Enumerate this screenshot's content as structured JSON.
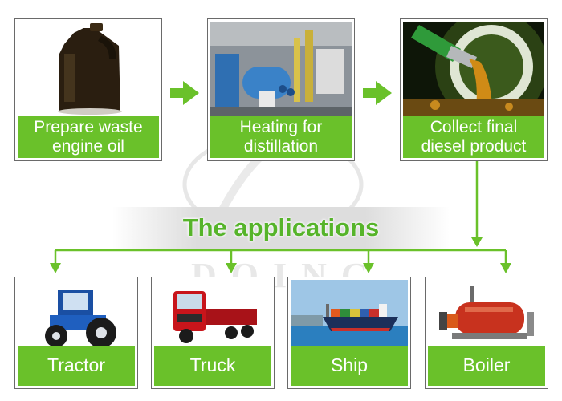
{
  "steps": [
    {
      "label": "Prepare waste\nengine oil",
      "icon": "waste-oil-jug-photo"
    },
    {
      "label": "Heating for\ndistillation",
      "icon": "distillation-plant-photo"
    },
    {
      "label": "Collect final\ndiesel product",
      "icon": "fuel-nozzle-photo"
    }
  ],
  "applications_title": "The applications",
  "applications": [
    {
      "label": "Tractor",
      "icon": "tractor-photo"
    },
    {
      "label": "Truck",
      "icon": "truck-photo"
    },
    {
      "label": "Ship",
      "icon": "container-ship-photo"
    },
    {
      "label": "Boiler",
      "icon": "boiler-photo"
    }
  ],
  "watermark": "DOING",
  "colors": {
    "green": "#6ac12a",
    "title_green": "#56b42a",
    "card_border": "#6a6a6a"
  }
}
